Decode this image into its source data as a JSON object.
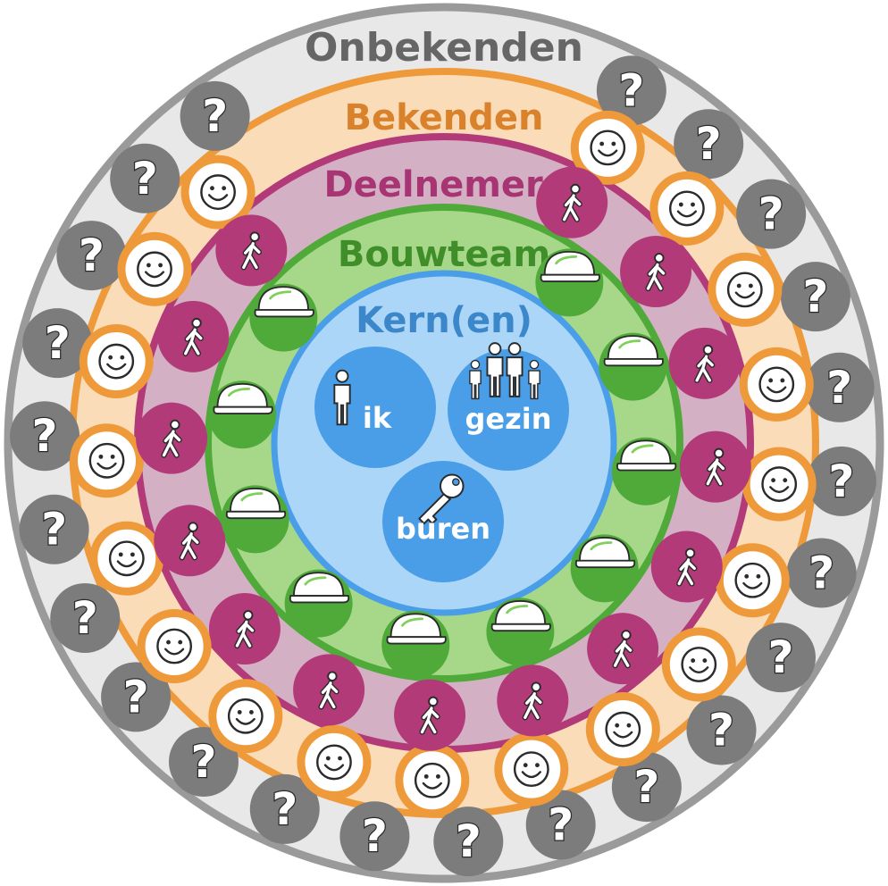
{
  "rings": {
    "onbekenden": {
      "label": "Onbekenden",
      "fill": "#e8e8e8",
      "stroke": "#9a9a9a",
      "text_color": "#666666"
    },
    "bekenden": {
      "label": "Bekenden",
      "fill": "#fbdcb8",
      "stroke": "#ef9a3a",
      "text_color": "#d9822b"
    },
    "deelnemers": {
      "label": "Deelnemers",
      "fill": "#d4b0c4",
      "stroke": "#b23a78",
      "text_color": "#a83573"
    },
    "bouwteam": {
      "label": "Bouwteam",
      "fill": "#a7d88a",
      "stroke": "#4faa3a",
      "text_color": "#3f8e2a"
    },
    "kernen": {
      "label": "Kern(en)",
      "fill": "#acd6f7",
      "stroke": "#4a9ee8",
      "text_color": "#3c87c9"
    }
  },
  "core": {
    "ik": {
      "label": "ik",
      "icon": "person-icon"
    },
    "gezin": {
      "label": "gezin",
      "icon": "family-icon"
    },
    "buren": {
      "label": "buren",
      "icon": "key-icon"
    }
  },
  "markers": {
    "unknown_icon": "question-mark-icon",
    "unknown_glyph": "?",
    "acquaintance_icon": "smiley-icon",
    "participant_icon": "walking-person-icon",
    "builder_icon": "hard-hat-icon"
  }
}
